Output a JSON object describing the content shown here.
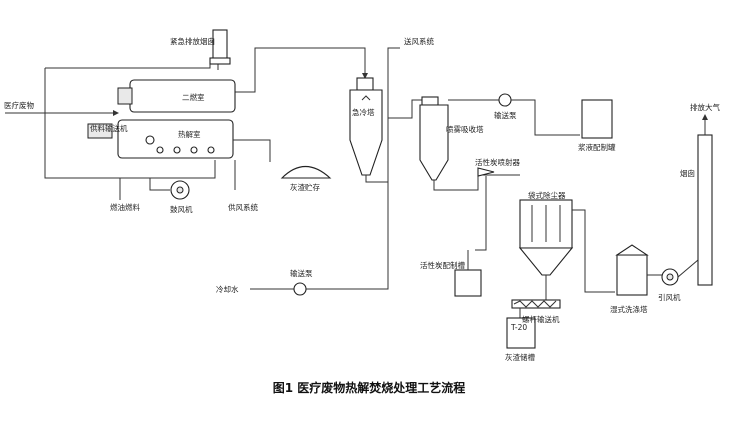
{
  "labels": {
    "medical_waste": "医疗废物",
    "emergency_stack": "紧急排放烟囱",
    "secondary_chamber": "二燃室",
    "feeder": "供料输送机",
    "pyrolysis_chamber": "热解室",
    "ash_storage": "灰渣贮存",
    "fuel_oil": "燃油燃料",
    "blower": "鼓风机",
    "air_supply": "供风系统",
    "quench_tower": "急冷塔",
    "air_to": "送风系统",
    "spray_absorber": "喷雾吸收塔",
    "conveyor_pump": "输送泵",
    "reagent_tank": "浆液配制罐",
    "activated_carbon_injector": "活性炭喷射器",
    "bag_filter": "袋式除尘器",
    "carbon_tank": "活性炭配制槽",
    "cooling_water": "冷却水",
    "pump2": "输送泵",
    "screw_conveyor": "螺杆输送机",
    "ash_bin": "灰渣储槽",
    "ash_bin_tag": "T-20",
    "wet_scrubber": "湿式洗涤塔",
    "id_fan": "引风机",
    "chimney": "烟囱",
    "to_atmosphere": "排放大气"
  },
  "caption": "图1  医疗废物热解焚烧处理工艺流程"
}
